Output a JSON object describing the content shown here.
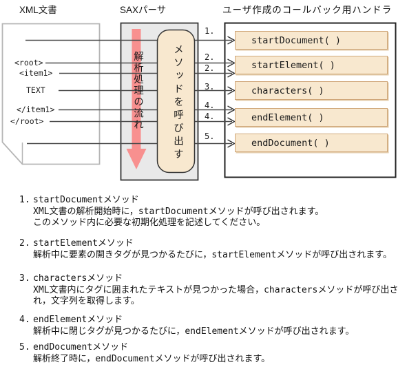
{
  "diagram": {
    "doc_title": "XML文書",
    "parser_title": "SAXパーサ",
    "handler_title": "ユーザ作成のコールバック用ハンドラ",
    "flow_label": "解析処理の流れ",
    "invoke_label": "メソッドを呼び出す",
    "tokens": [
      "<root>",
      "<item1>",
      "TEXT",
      "</item1>",
      "</root>"
    ],
    "callout_numbers": [
      "1.",
      "2.",
      "2.",
      "3.",
      "4.",
      "4.",
      "5."
    ],
    "methods": [
      "startDocument( )",
      "startElement( )",
      "characters( )",
      "endElement( )",
      "endDocument( )"
    ],
    "colors": {
      "flow_arrow": "#f8908f",
      "parser_fill": "#e9e9e9",
      "method_fill": "#f8e8cf",
      "method_border": "#cfa678",
      "connector_line": "#4a4a4a",
      "document_border": "#b5b5b5"
    }
  },
  "notes": {
    "items": [
      {
        "num": "1.",
        "title": "startDocumentメソッド",
        "lines": [
          "XML文書の解析開始時に，startDocumentメソッドが呼び出されます。",
          "このメソッド内に必要な初期化処理を記述してください。"
        ]
      },
      {
        "num": "2.",
        "title": "startElementメソッド",
        "lines": [
          "解析中に要素の開きタグが見つかるたびに，startElementメソッドが呼び出されます。"
        ]
      },
      {
        "num": "3.",
        "title": "charactersメソッド",
        "lines": [
          "XML文書内にタグに囲まれたテキストが見つかった場合，charactersメソッドが呼び出さ",
          "れ，文字列を取得します。"
        ]
      },
      {
        "num": "4.",
        "title": "endElementメソッド",
        "lines": [
          "解析中に閉じタグが見つかるたびに，endElementメソッドが呼び出されます。"
        ]
      },
      {
        "num": "5.",
        "title": "endDocumentメソッド",
        "lines": [
          "解析終了時に，endDocumentメソッドが呼び出されます。"
        ]
      }
    ]
  }
}
